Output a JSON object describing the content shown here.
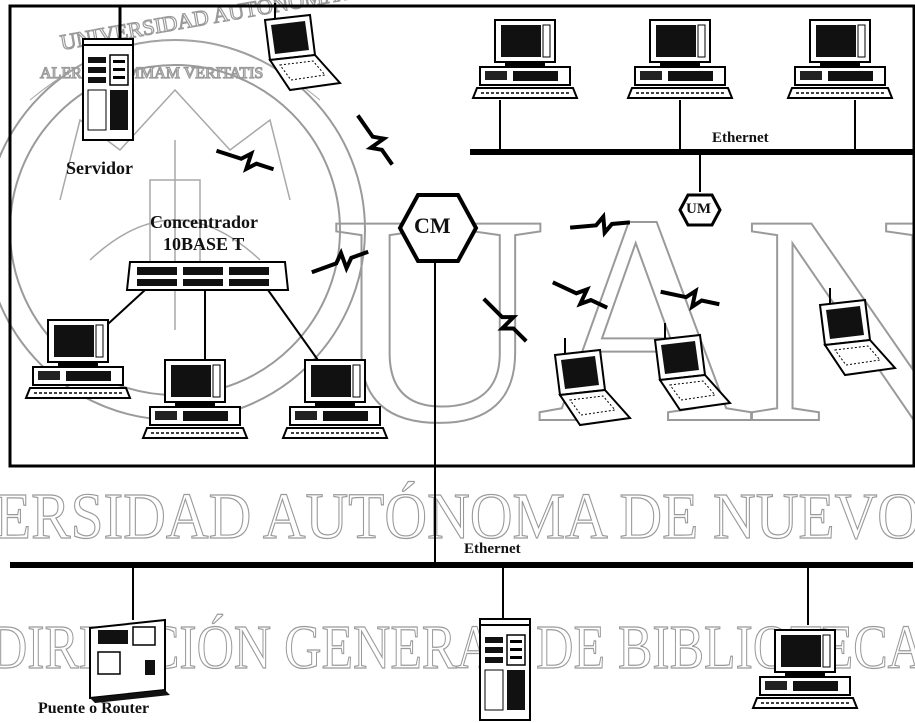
{
  "labels": {
    "servidor": "Servidor",
    "concentrador_line1": "Concentrador",
    "concentrador_line2": "10BASE T",
    "cm": "CM",
    "um": "UM",
    "ethernet_top": "Ethernet",
    "ethernet_bottom": "Ethernet",
    "puente_router": "Puente o Router"
  },
  "watermark": {
    "line1": "ERSIDAD AUTÓNOMA DE NUEVO",
    "line2": "DIRECCIÓN GENERAL DE BIBLIOTECA",
    "seal_text": "ALERE FLAMMAM VERITATIS",
    "seal_top": "UNIVERSIDAD AUTONOMA DE NUEVO LEON",
    "big_letters": "UAN"
  },
  "icons": {
    "server": "server-tower-icon",
    "laptop": "laptop-icon",
    "desktop": "desktop-computer-icon",
    "hub": "hub-icon",
    "router": "router-box-icon",
    "wireless": "wireless-link-icon"
  }
}
